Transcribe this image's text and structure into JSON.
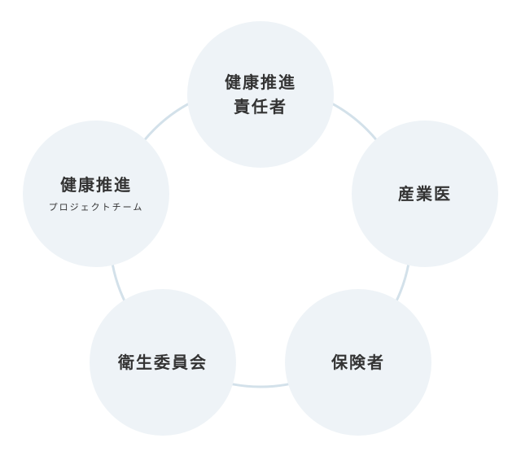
{
  "diagram": {
    "ring_color": "#d3e1ea",
    "node_color": "#eef3f7",
    "text_color": "#333333",
    "nodes": [
      {
        "line1": "健康推進",
        "line2": "責任者"
      },
      {
        "line1": "産業医"
      },
      {
        "line1": "保険者"
      },
      {
        "line1": "衛生委員会"
      },
      {
        "line1": "健康推進",
        "sub": "プロジェクトチーム"
      }
    ]
  }
}
